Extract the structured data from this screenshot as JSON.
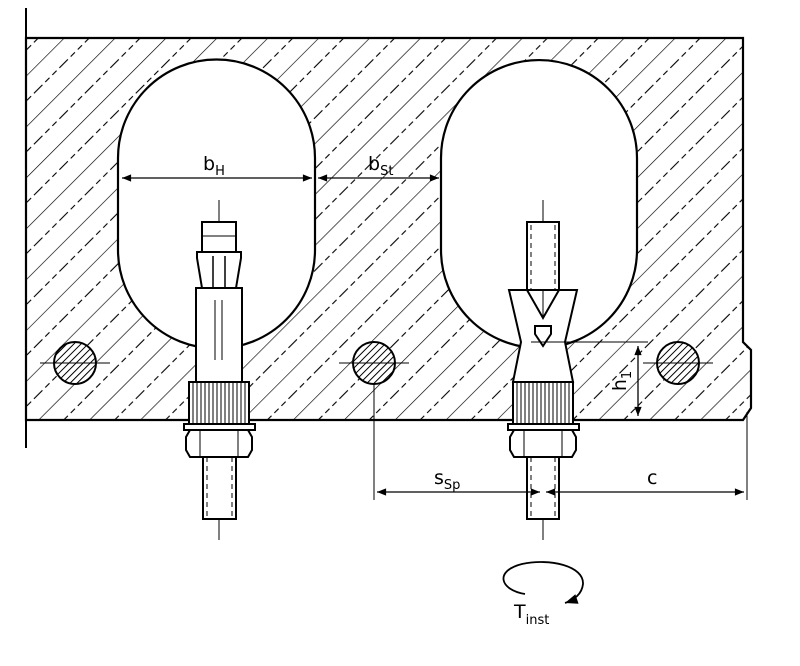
{
  "labels": {
    "b_h": {
      "main": "b",
      "sub": "H"
    },
    "b_st": {
      "main": "b",
      "sub": "St"
    },
    "s_sp": {
      "main": "s",
      "sub": "Sp"
    },
    "c": {
      "main": "c"
    },
    "h1": {
      "main": "h",
      "sub": "1"
    },
    "t_inst": {
      "main": "T",
      "sub": "inst"
    }
  }
}
